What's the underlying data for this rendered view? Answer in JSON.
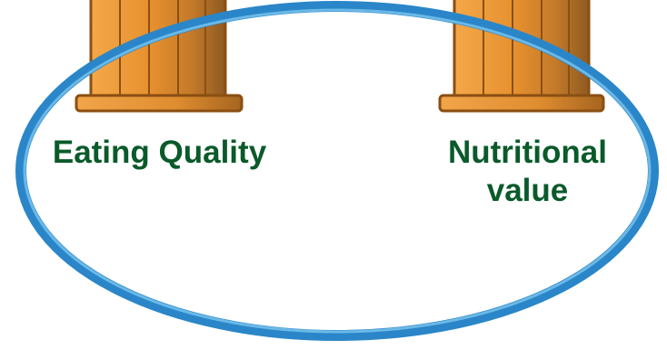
{
  "colors": {
    "ellipse_stroke": "#2e8fd1",
    "ellipse_stroke_light": "#6fc0ee",
    "pillar_light": "#f2a64d",
    "pillar_mid": "#d98b31",
    "pillar_dark": "#9a5a18",
    "pillar_outline": "#8a4f12",
    "label_text": "#0a5a2a"
  },
  "pillars": [
    {
      "label_lines": [
        "Eating Quality"
      ]
    },
    {
      "label_lines": [
        "Nutritional",
        "value"
      ]
    }
  ]
}
